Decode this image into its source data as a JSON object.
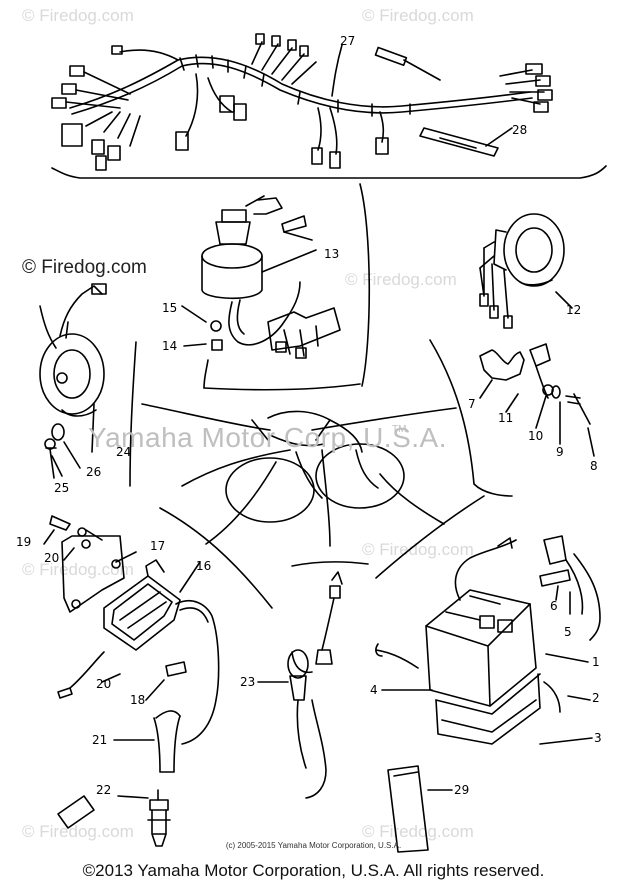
{
  "watermarks": {
    "primary": "© Firedog.com",
    "faint": "© Firedog.com",
    "center": "Yamaha Motor Corp, U.S.A.",
    "tm": "TM"
  },
  "callouts": [
    "27",
    "28",
    "13",
    "12",
    "15",
    "14",
    "7",
    "11",
    "10",
    "9",
    "8",
    "24",
    "26",
    "25",
    "19",
    "20",
    "17",
    "16",
    "5",
    "6",
    "1",
    "2",
    "4",
    "3",
    "23",
    "20",
    "18",
    "21",
    "22",
    "29"
  ],
  "small_copyright": "(c) 2005-2015 Yamaha Motor Corporation, U.S.A.",
  "footer": "©2013 Yamaha Motor Corporation, U.S.A. All rights reserved."
}
